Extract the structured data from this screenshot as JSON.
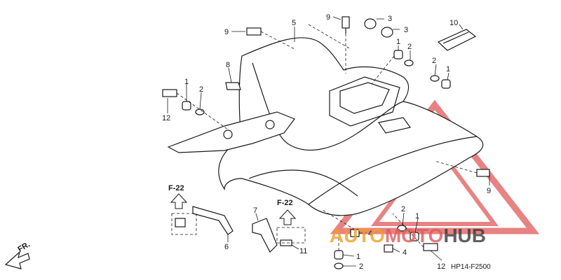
{
  "diagram": {
    "code": "HP14-F2500",
    "direction_label": "FR.",
    "references": [
      "F-22",
      "F-22"
    ],
    "callouts": [
      {
        "id": "c9a",
        "label": "9"
      },
      {
        "id": "c9b",
        "label": "9"
      },
      {
        "id": "c9c",
        "label": "9"
      },
      {
        "id": "c5",
        "label": "5"
      },
      {
        "id": "c3a",
        "label": "3"
      },
      {
        "id": "c3b",
        "label": "3"
      },
      {
        "id": "c10",
        "label": "10"
      },
      {
        "id": "c1a",
        "label": "1"
      },
      {
        "id": "c2a",
        "label": "2"
      },
      {
        "id": "c2b",
        "label": "2"
      },
      {
        "id": "c1b",
        "label": "1"
      },
      {
        "id": "c8",
        "label": "8"
      },
      {
        "id": "c1c",
        "label": "1"
      },
      {
        "id": "c2c",
        "label": "2"
      },
      {
        "id": "c12a",
        "label": "12"
      },
      {
        "id": "c7",
        "label": "7"
      },
      {
        "id": "c6",
        "label": "6"
      },
      {
        "id": "c11",
        "label": "11"
      },
      {
        "id": "c4a",
        "label": "4"
      },
      {
        "id": "c4b",
        "label": "4"
      },
      {
        "id": "c2d",
        "label": "2"
      },
      {
        "id": "c1d",
        "label": "1"
      },
      {
        "id": "c1e",
        "label": "1"
      },
      {
        "id": "c2e",
        "label": "2"
      },
      {
        "id": "c12b",
        "label": "12"
      }
    ]
  },
  "watermark": {
    "text": "AUTOMOTOHUB",
    "colors": {
      "accent": "#e05a5a",
      "orange": "#f0a020",
      "dark": "#3a3a3a"
    }
  }
}
